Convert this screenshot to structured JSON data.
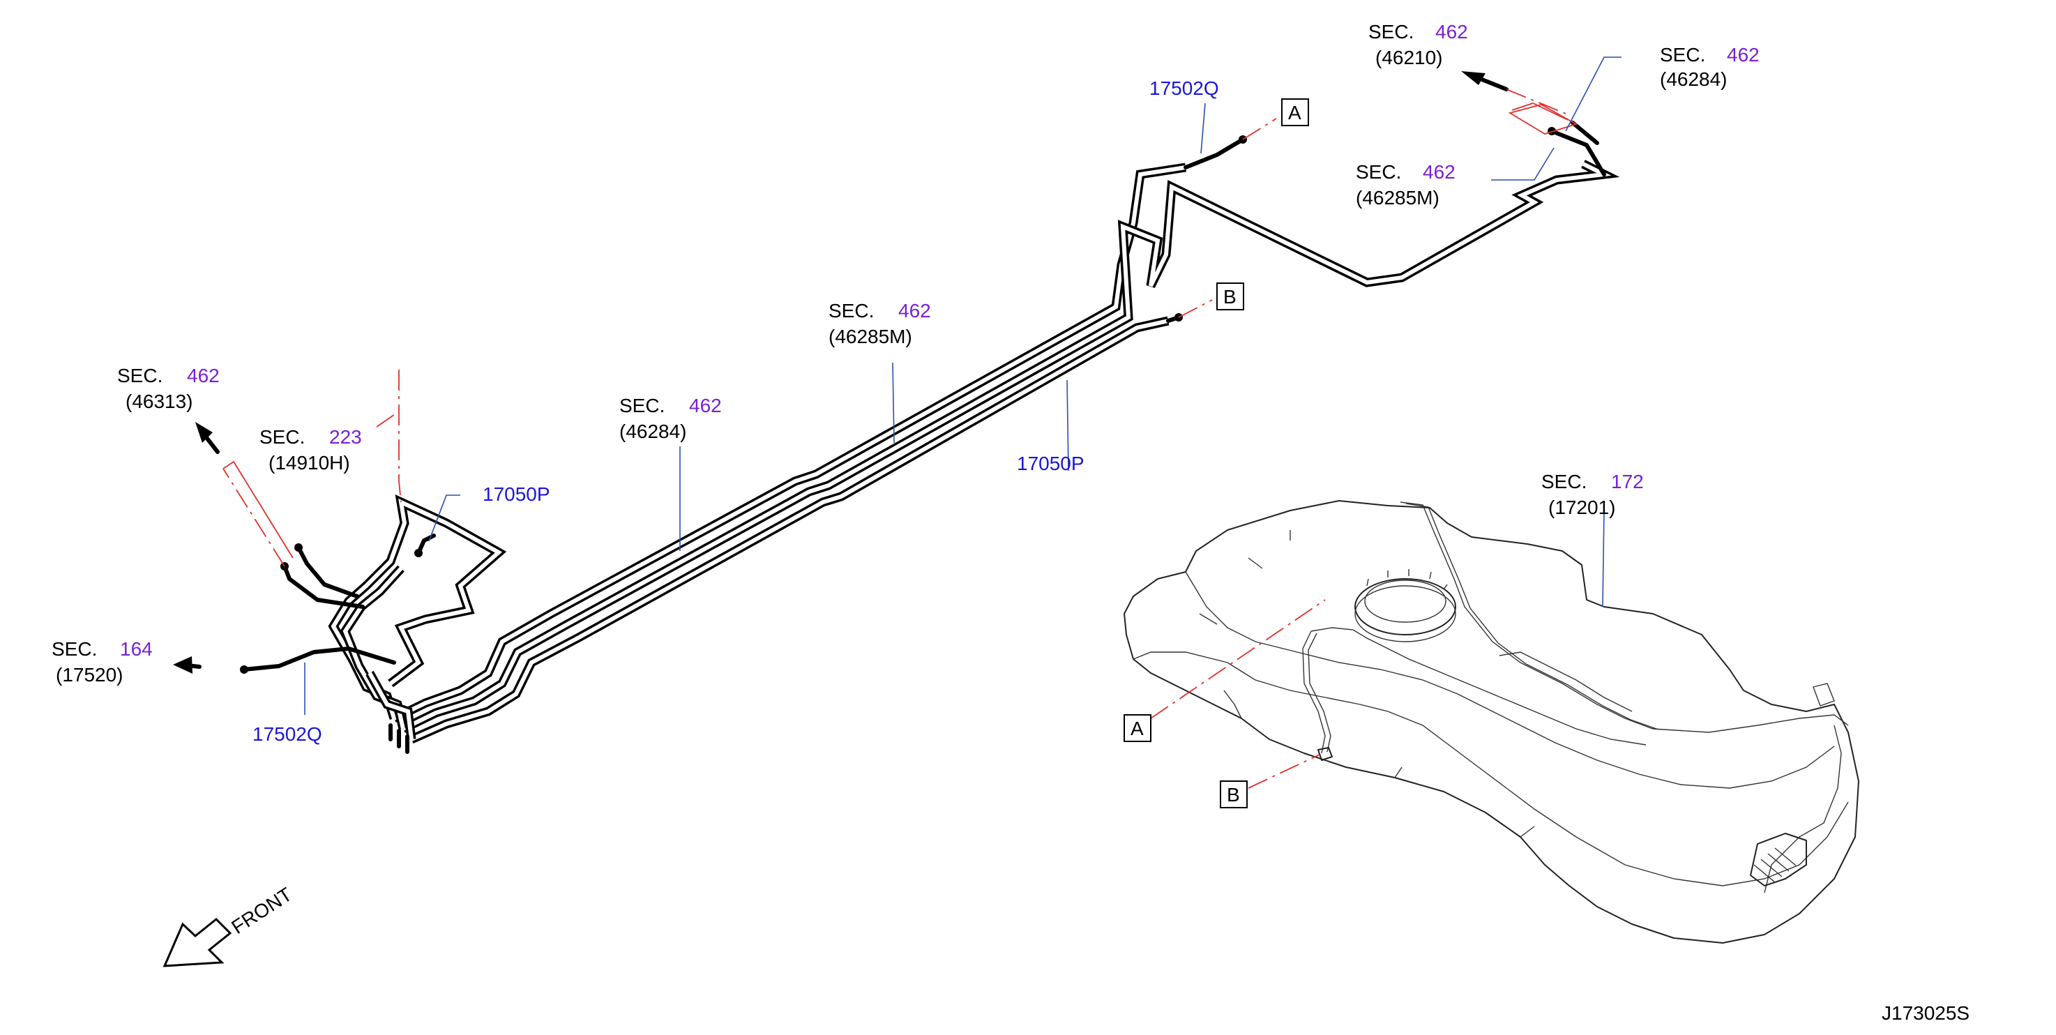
{
  "diagram_id": "J173025S",
  "front_label": "FRONT",
  "sec_word": "SEC.",
  "callouts": {
    "sec462_46210": {
      "sec": "462",
      "part": "(46210)"
    },
    "sec462_46284_top": {
      "sec": "462",
      "part": "(46284)"
    },
    "sec462_46285M_top": {
      "sec": "462",
      "part": "(46285M)"
    },
    "sec462_46285M_mid": {
      "sec": "462",
      "part": "(46285M)"
    },
    "sec462_46284_mid": {
      "sec": "462",
      "part": "(46284)"
    },
    "sec462_46313": {
      "sec": "462",
      "part": "(46313)"
    },
    "sec223_14910H": {
      "sec": "223",
      "part": "(14910H)"
    },
    "sec164_17520": {
      "sec": "164",
      "part": "(17520)"
    },
    "sec172_17201": {
      "sec": "172",
      "part": "(17201)"
    }
  },
  "part_numbers": {
    "p17502Q_top": "17502Q",
    "p17502Q_left": "17502Q",
    "p17050P_mid": "17050P",
    "p17050P_left": "17050P"
  },
  "markers": {
    "a": "A",
    "b": "B"
  },
  "colors": {
    "sec_number": "#7a1fd6",
    "part_number": "#1a16d8",
    "connector_line": "#e0302b",
    "leader_line": "#2a4fae"
  }
}
